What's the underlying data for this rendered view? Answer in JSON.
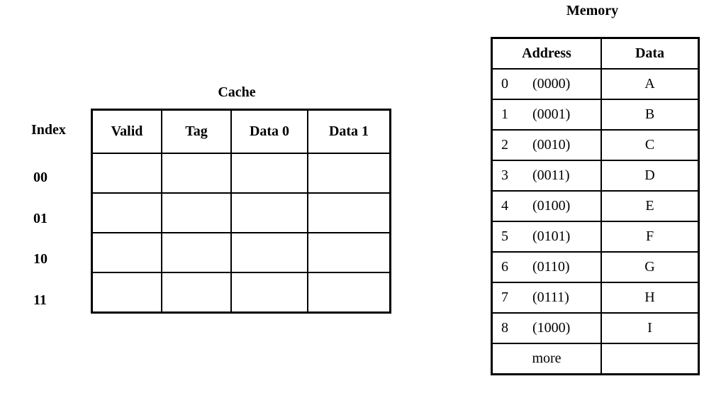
{
  "cache": {
    "title": "Cache",
    "index_label": "Index",
    "columns": [
      "Valid",
      "Tag",
      "Data 0",
      "Data 1"
    ],
    "rows": [
      {
        "index": "00",
        "valid": "",
        "tag": "",
        "data0": "",
        "data1": ""
      },
      {
        "index": "01",
        "valid": "",
        "tag": "",
        "data0": "",
        "data1": ""
      },
      {
        "index": "10",
        "valid": "",
        "tag": "",
        "data0": "",
        "data1": ""
      },
      {
        "index": "11",
        "valid": "",
        "tag": "",
        "data0": "",
        "data1": ""
      }
    ]
  },
  "memory": {
    "title": "Memory",
    "columns": [
      "Address",
      "Data"
    ],
    "rows": [
      {
        "decimal": "0",
        "binary": "(0000)",
        "data": "A"
      },
      {
        "decimal": "1",
        "binary": "(0001)",
        "data": "B"
      },
      {
        "decimal": "2",
        "binary": "(0010)",
        "data": "C"
      },
      {
        "decimal": "3",
        "binary": "(0011)",
        "data": "D"
      },
      {
        "decimal": "4",
        "binary": "(0100)",
        "data": "E"
      },
      {
        "decimal": "5",
        "binary": "(0101)",
        "data": "F"
      },
      {
        "decimal": "6",
        "binary": "(0110)",
        "data": "G"
      },
      {
        "decimal": "7",
        "binary": "(0111)",
        "data": "H"
      },
      {
        "decimal": "8",
        "binary": "(1000)",
        "data": "I"
      }
    ],
    "more_label": "more",
    "more_data": ""
  },
  "colors": {
    "background": "#ffffff",
    "ink": "#000000",
    "border": "#000000"
  }
}
